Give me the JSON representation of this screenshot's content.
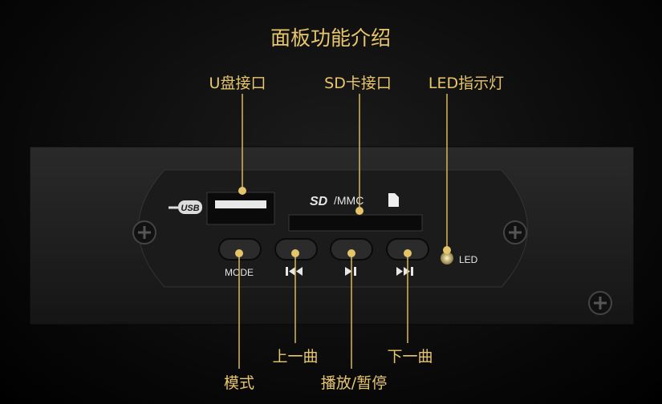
{
  "title": "面板功能介绍",
  "callouts": {
    "usb_port": "U盘接口",
    "sd_port": "SD卡接口",
    "led": "LED指示灯",
    "mode": "模式",
    "prev": "上一曲",
    "play_pause": "播放/暂停",
    "next": "下一曲"
  },
  "panel": {
    "usb_logo": "USB",
    "sd_logo": "SD",
    "sd_text": "/MMC",
    "mode_label": "MODE",
    "prev_icon": "previous-track-icon",
    "play_icon": "play-pause-icon",
    "next_icon": "next-track-icon",
    "led_label": "LED"
  },
  "colors": {
    "accent": "#e6c46a",
    "background": "#000000"
  }
}
